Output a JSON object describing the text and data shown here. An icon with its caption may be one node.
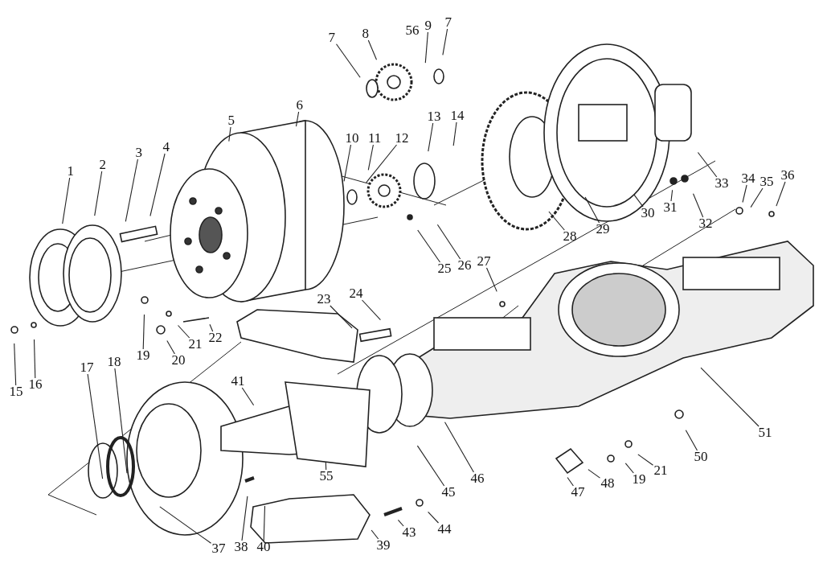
{
  "diagram": {
    "nodes": [
      {
        "text": [
          "1"
        ]
      },
      {
        "text": [
          "2"
        ]
      },
      {
        "text": [
          "3"
        ]
      },
      {
        "text": [
          "4"
        ]
      },
      {
        "text": [
          "5"
        ]
      },
      {
        "text": [
          "6"
        ]
      },
      {
        "text": [
          "7"
        ]
      },
      {
        "text": [
          "8"
        ]
      },
      {
        "text": [
          "9"
        ]
      },
      {
        "text": [
          "7"
        ]
      },
      {
        "text": [
          "10"
        ]
      },
      {
        "text": [
          "11"
        ]
      },
      {
        "text": [
          "12"
        ]
      },
      {
        "text": [
          "13"
        ]
      },
      {
        "text": [
          "14"
        ]
      },
      {
        "text": [
          "25"
        ]
      },
      {
        "text": [
          "26"
        ]
      },
      {
        "text": [
          "27"
        ]
      },
      {
        "text": [
          "28"
        ]
      },
      {
        "text": [
          "29"
        ]
      },
      {
        "text": [
          "30"
        ]
      },
      {
        "text": [
          "31"
        ]
      },
      {
        "text": [
          "32"
        ]
      },
      {
        "text": [
          "33"
        ]
      },
      {
        "text": [
          "34"
        ]
      },
      {
        "text": [
          "35"
        ]
      },
      {
        "text": [
          "36"
        ]
      },
      {
        "text": [
          "15"
        ]
      },
      {
        "text": [
          "16"
        ]
      },
      {
        "text": [
          "17"
        ]
      },
      {
        "text": [
          "18"
        ]
      },
      {
        "text": [
          "19"
        ]
      },
      {
        "text": [
          "20"
        ]
      },
      {
        "text": [
          "21"
        ]
      },
      {
        "text": [
          "22"
        ]
      },
      {
        "text": [
          "23"
        ]
      },
      {
        "text": [
          "24"
        ]
      },
      {
        "text": [
          "41"
        ]
      },
      {
        "text": [
          "55"
        ]
      },
      {
        "text": [
          "37"
        ]
      },
      {
        "text": [
          "38"
        ]
      },
      {
        "text": [
          "40"
        ]
      },
      {
        "text": [
          "39"
        ]
      },
      {
        "text": [
          "43"
        ]
      },
      {
        "text": [
          "44"
        ]
      },
      {
        "text": [
          "45"
        ]
      },
      {
        "text": [
          "46"
        ]
      },
      {
        "text": [
          "47"
        ]
      },
      {
        "text": [
          "48"
        ]
      },
      {
        "text": [
          "19"
        ]
      },
      {
        "text": [
          "21"
        ]
      },
      {
        "text": [
          "50"
        ]
      },
      {
        "text": [
          "51"
        ]
      }
    ],
    "edges": [
      {
        "from": 0,
        "to": null,
        "arrow": "none"
      },
      {
        "from": 1,
        "to": null,
        "arrow": "none"
      },
      {
        "from": 2,
        "to": null,
        "arrow": "none"
      },
      {
        "from": 3,
        "to": null,
        "arrow": "none"
      },
      {
        "from": 4,
        "to": null,
        "arrow": "none"
      },
      {
        "from": 5,
        "to": null,
        "arrow": "none"
      },
      {
        "from": 6,
        "to": null,
        "arrow": "none"
      },
      {
        "from": 7,
        "to": null,
        "arrow": "none"
      },
      {
        "from": 8,
        "to": null,
        "arrow": "none"
      },
      {
        "from": 9,
        "to": null,
        "arrow": "none"
      },
      {
        "from": 10,
        "to": null,
        "arrow": "none"
      },
      {
        "from": 11,
        "to": null,
        "arrow": "none"
      },
      {
        "from": 12,
        "to": null,
        "arrow": "none"
      },
      {
        "from": 13,
        "to": null,
        "arrow": "none"
      },
      {
        "from": 14,
        "to": null,
        "arrow": "none"
      },
      {
        "from": 15,
        "to": null,
        "arrow": "none"
      },
      {
        "from": 16,
        "to": null,
        "arrow": "none"
      },
      {
        "from": 17,
        "to": null,
        "arrow": "none"
      },
      {
        "from": 18,
        "to": null,
        "arrow": "none"
      },
      {
        "from": 19,
        "to": null,
        "arrow": "none"
      },
      {
        "from": 20,
        "to": null,
        "arrow": "none"
      },
      {
        "from": 21,
        "to": null,
        "arrow": "none"
      },
      {
        "from": 22,
        "to": null,
        "arrow": "none"
      },
      {
        "from": 23,
        "to": null,
        "arrow": "none"
      },
      {
        "from": 24,
        "to": null,
        "arrow": "none"
      },
      {
        "from": 25,
        "to": null,
        "arrow": "none"
      },
      {
        "from": 26,
        "to": null,
        "arrow": "none"
      },
      {
        "from": 27,
        "to": null,
        "arrow": "none"
      },
      {
        "from": 28,
        "to": null,
        "arrow": "none"
      },
      {
        "from": 29,
        "to": null,
        "arrow": "none"
      },
      {
        "from": 30,
        "to": null,
        "arrow": "none"
      },
      {
        "from": 31,
        "to": null,
        "arrow": "none"
      },
      {
        "from": 32,
        "to": null,
        "arrow": "none"
      },
      {
        "from": 33,
        "to": null,
        "arrow": "none"
      },
      {
        "from": 34,
        "to": null,
        "arrow": "none"
      },
      {
        "from": 35,
        "to": null,
        "arrow": "none"
      },
      {
        "from": 36,
        "to": null,
        "arrow": "none"
      },
      {
        "from": 37,
        "to": null,
        "arrow": "none"
      },
      {
        "from": 38,
        "to": null,
        "arrow": "none"
      },
      {
        "from": 39,
        "to": null,
        "arrow": "none"
      },
      {
        "from": 40,
        "to": null,
        "arrow": "none"
      },
      {
        "from": 41,
        "to": null,
        "arrow": "none"
      },
      {
        "from": 42,
        "to": null,
        "arrow": "none"
      },
      {
        "from": 43,
        "to": null,
        "arrow": "none"
      },
      {
        "from": 44,
        "to": null,
        "arrow": "none"
      },
      {
        "from": 45,
        "to": null,
        "arrow": "none"
      },
      {
        "from": 46,
        "to": null,
        "arrow": "none"
      },
      {
        "from": 47,
        "to": null,
        "arrow": "none"
      },
      {
        "from": 48,
        "to": null,
        "arrow": "none"
      },
      {
        "from": 49,
        "to": null,
        "arrow": "none"
      },
      {
        "from": 50,
        "to": null,
        "arrow": "none"
      },
      {
        "from": 51,
        "to": null,
        "arrow": "none"
      },
      {
        "from": 52,
        "to": null,
        "arrow": "none"
      }
    ],
    "labels": [
      "56"
    ]
  }
}
